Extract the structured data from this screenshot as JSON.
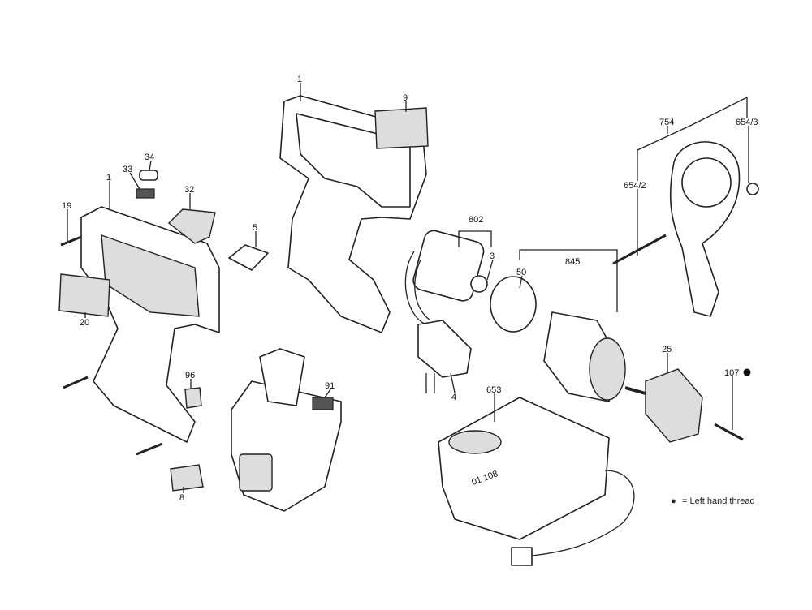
{
  "diagram": {
    "callouts": [
      {
        "id": "housing-right",
        "label": "1"
      },
      {
        "id": "nameplate-9",
        "label": "9"
      },
      {
        "id": "part-34",
        "label": "34"
      },
      {
        "id": "part-33",
        "label": "33"
      },
      {
        "id": "part-32",
        "label": "32"
      },
      {
        "id": "housing-left",
        "label": "1"
      },
      {
        "id": "screw-19",
        "label": "19"
      },
      {
        "id": "part-5",
        "label": "5"
      },
      {
        "id": "motor-802",
        "label": "802"
      },
      {
        "id": "part-3",
        "label": "3"
      },
      {
        "id": "gearbox-845",
        "label": "845"
      },
      {
        "id": "part-50",
        "label": "50"
      },
      {
        "id": "handle-754",
        "label": "754"
      },
      {
        "id": "nut-654-3",
        "label": "654/3"
      },
      {
        "id": "bolt-654-2",
        "label": "654/2"
      },
      {
        "id": "label-20",
        "label": "20"
      },
      {
        "id": "part-96",
        "label": "96"
      },
      {
        "id": "battery-91",
        "label": "91"
      },
      {
        "id": "switch-4",
        "label": "4"
      },
      {
        "id": "charger-653",
        "label": "653"
      },
      {
        "id": "chuck-25",
        "label": "25"
      },
      {
        "id": "screw-107",
        "label": "107"
      },
      {
        "id": "label-8",
        "label": "8"
      }
    ],
    "charger_marking": "01 108",
    "legend": {
      "symbol": "●",
      "text": "= Left hand thread"
    }
  }
}
